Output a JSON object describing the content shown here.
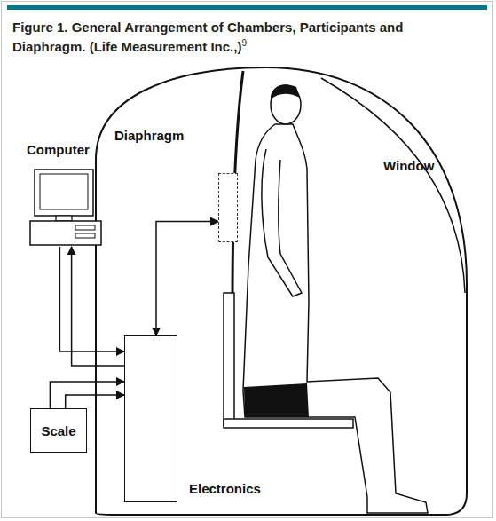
{
  "diagram": {
    "title": "Figure 1. General Arrangement of Chambers, Participants and Diaphragm. (Life Measurement Inc.,)",
    "nodes": [
      {
        "text": [
          "Computer"
        ]
      },
      {
        "text": [
          "Electronics"
        ]
      },
      {
        "text": [
          "Scale"
        ]
      },
      {
        "text": [
          "Diaphragm"
        ]
      }
    ],
    "edges": [
      {
        "from": 0,
        "to": 1,
        "arrow": "to"
      },
      {
        "from": 1,
        "to": 0,
        "arrow": "to"
      },
      {
        "from": 2,
        "to": 1,
        "arrow": "to"
      },
      {
        "from": 2,
        "to": 1,
        "arrow": "to"
      },
      {
        "from": 3,
        "to": 1,
        "arrow": "both"
      }
    ],
    "labels": [
      "9",
      "Window"
    ]
  }
}
